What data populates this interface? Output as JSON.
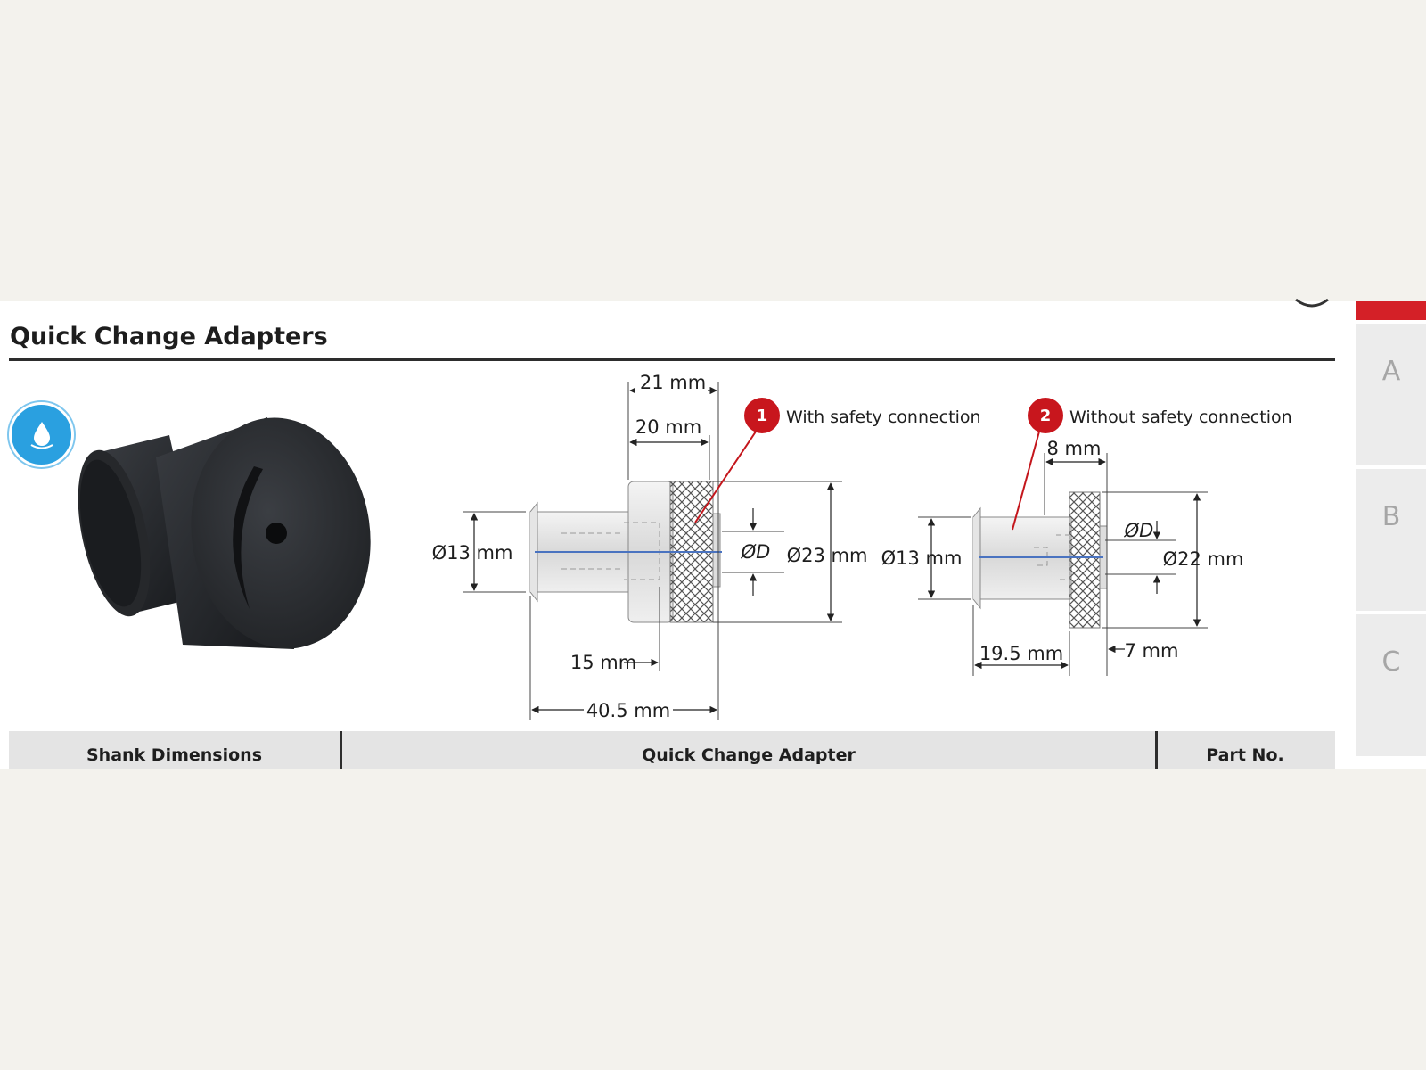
{
  "page": {
    "title": "Quick Change Adapters"
  },
  "icons": {
    "coolant": "coolant-drop-icon",
    "product": "quick-change-adapter-photo"
  },
  "drawing_with_safety": {
    "callout_number": "1",
    "callout_label": "With safety connection",
    "dim_21": "21 mm",
    "dim_20": "20 mm",
    "dim_shank_dia": "Ø13 mm",
    "dim_bore": "ØD",
    "dim_outer_dia": "Ø23 mm",
    "dim_15": "15 mm",
    "dim_total": "40.5 mm"
  },
  "drawing_without_safety": {
    "callout_number": "2",
    "callout_label": "Without safety connection",
    "dim_8": "8 mm",
    "dim_shank_dia": "Ø13 mm",
    "dim_bore": "ØD",
    "dim_outer_dia": "Ø22 mm",
    "dim_19_5": "19.5 mm",
    "dim_7": "7 mm"
  },
  "table": {
    "headers": [
      "Shank Dimensions",
      "Quick Change Adapter",
      "Part No."
    ]
  },
  "side_tabs": [
    "A",
    "B",
    "C"
  ],
  "colors": {
    "accent_red": "#d42027",
    "coolant_blue": "#2aa0e0",
    "tab_gray": "#ececec"
  }
}
